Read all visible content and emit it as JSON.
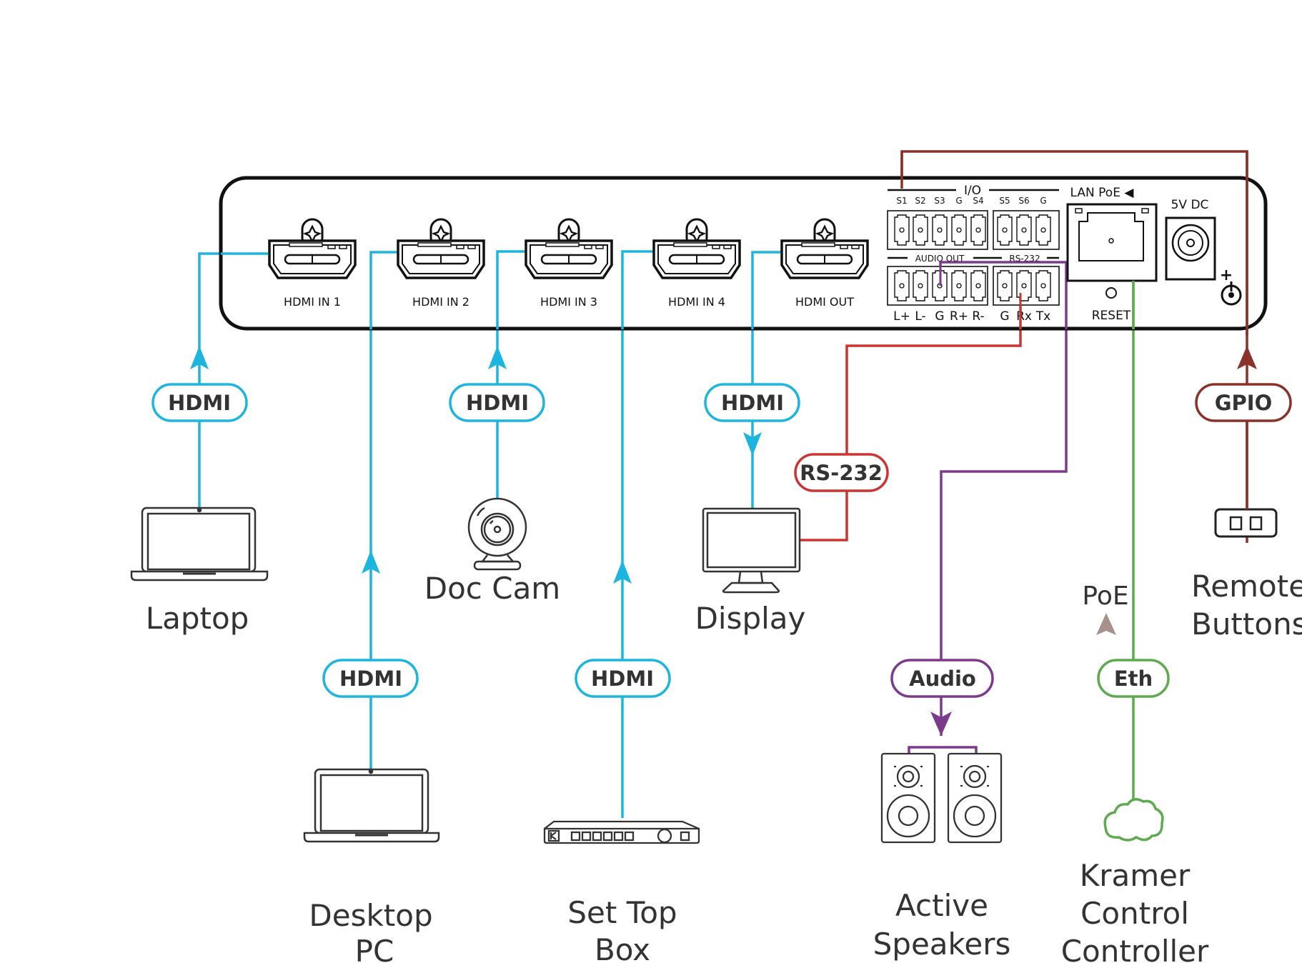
{
  "colors": {
    "hdmi": "#1cb5e0",
    "rs232": "#cc3333",
    "audio": "#7b3a8c",
    "ethernet": "#5daa4f",
    "gpio": "#8a3229",
    "poe_arrow": "#a8918a",
    "outline": "#111111",
    "text": "#333333"
  },
  "device_panel": {
    "ports": [
      {
        "label": "HDMI  IN 1"
      },
      {
        "label": "HDMI  IN 2"
      },
      {
        "label": "HDMI  IN 3"
      },
      {
        "label": "HDMI  IN 4"
      },
      {
        "label": "HDMI  OUT"
      }
    ],
    "io_header": "I/O",
    "io_pins": [
      "S1",
      "S2",
      "S3",
      "G",
      "S4",
      "S5",
      "S6",
      "G"
    ],
    "audio_out_label": "AUDIO OUT",
    "rs232_label": "RS-232",
    "audio_pins": [
      "L+",
      "L-",
      "G",
      "R+",
      "R-"
    ],
    "rs232_pins": [
      "G",
      "Rx",
      "Tx"
    ],
    "lan_label": "LAN PoE ◀",
    "reset_label": "RESET",
    "power_label": "5V DC",
    "power_polarity": "+"
  },
  "connections": [
    {
      "id": "laptop",
      "pill": "HDMI",
      "type": "hdmi",
      "direction": "to-device"
    },
    {
      "id": "desktop",
      "pill": "HDMI",
      "type": "hdmi",
      "direction": "to-device"
    },
    {
      "id": "doccam",
      "pill": "HDMI",
      "type": "hdmi",
      "direction": "to-device"
    },
    {
      "id": "settopbox",
      "pill": "HDMI",
      "type": "hdmi",
      "direction": "to-device"
    },
    {
      "id": "display",
      "pill": "HDMI",
      "type": "hdmi",
      "direction": "from-device"
    },
    {
      "id": "display-control",
      "pill": "RS-232",
      "type": "rs232"
    },
    {
      "id": "speakers",
      "pill": "Audio",
      "type": "audio",
      "direction": "from-device"
    },
    {
      "id": "controller",
      "pill": "Eth",
      "type": "ethernet"
    },
    {
      "id": "remote",
      "pill": "GPIO",
      "type": "gpio",
      "direction": "to-device"
    }
  ],
  "devices": {
    "laptop": {
      "label": [
        "Laptop"
      ]
    },
    "desktop": {
      "label": [
        "Desktop",
        "PC"
      ]
    },
    "doccam": {
      "label": [
        "Doc Cam"
      ]
    },
    "settopbox": {
      "label": [
        "Set Top",
        "Box"
      ]
    },
    "display": {
      "label": [
        "Display"
      ]
    },
    "speakers": {
      "label": [
        "Active",
        "Speakers"
      ]
    },
    "controller": {
      "label": [
        "Kramer",
        "Control",
        "Controller"
      ]
    },
    "remote": {
      "label": [
        "Remote",
        "Buttons"
      ]
    }
  },
  "poe_label": "PoE"
}
